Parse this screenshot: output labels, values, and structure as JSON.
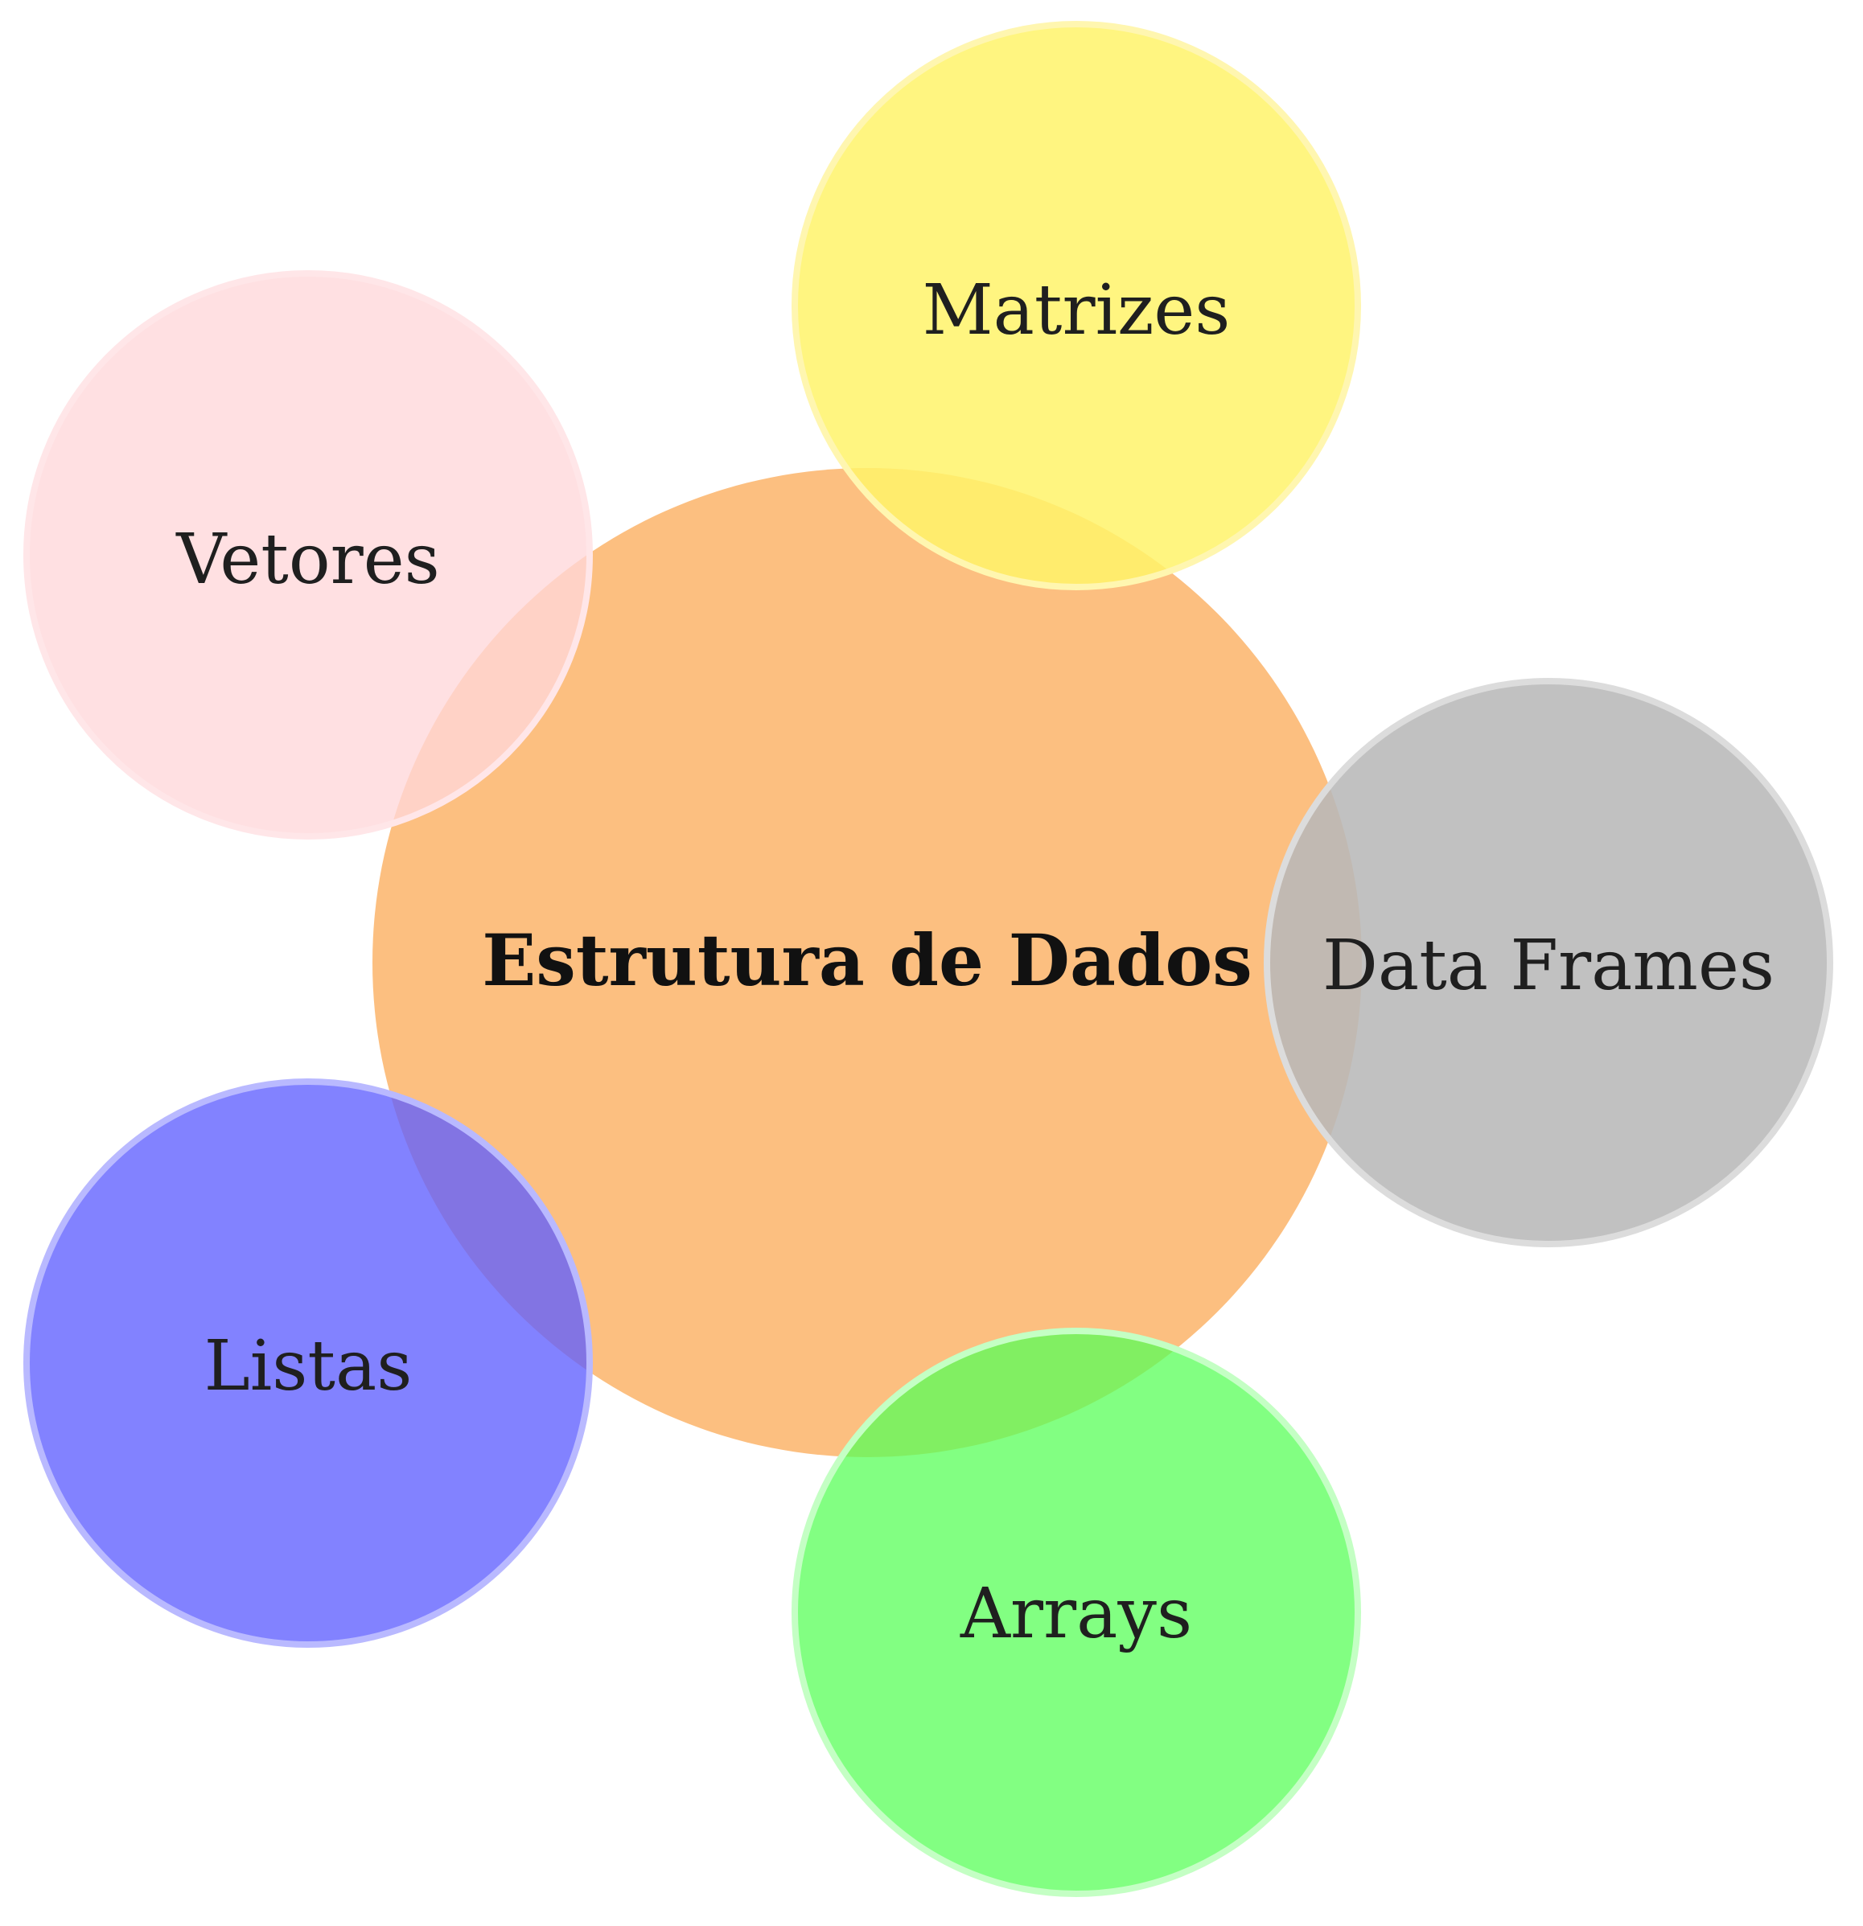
{
  "diagram": {
    "center": {
      "label": "Estrutura de Dados",
      "color": "#fcb46a"
    },
    "nodes": [
      {
        "id": "matrizes",
        "label": "Matrizes",
        "color": "#fff36a",
        "stroke": "#fff6b0"
      },
      {
        "id": "vetores",
        "label": "Vetores",
        "color": "#ffd7da",
        "stroke": "#ffe6e8"
      },
      {
        "id": "data-frames",
        "label": "Data Frames",
        "color": "#b8b8b8",
        "stroke": "#d8d8d8"
      },
      {
        "id": "listas",
        "label": "Listas",
        "color": "#7b7bff",
        "stroke": "#b9b9ff"
      },
      {
        "id": "arrays",
        "label": "Arrays",
        "color": "#79ff79",
        "stroke": "#b8ffb8"
      }
    ]
  }
}
